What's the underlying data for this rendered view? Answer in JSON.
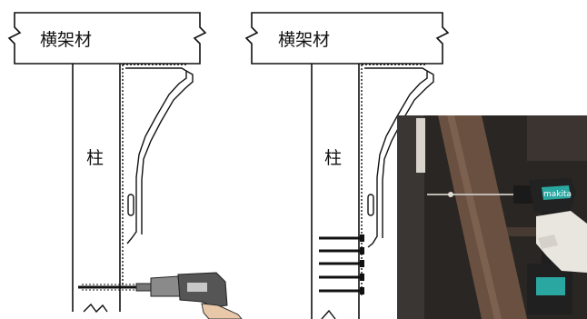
{
  "left_diagram": {
    "beam_label": "横架材",
    "column_label": "柱"
  },
  "right_diagram": {
    "beam_label": "横架材",
    "column_label": "柱"
  },
  "photo": {
    "drill_brand": "makita"
  },
  "colors": {
    "line": "#111111",
    "photo_bg": "#2a2624",
    "wood": "#6a5040",
    "drill_teal": "#2aa7a0"
  }
}
